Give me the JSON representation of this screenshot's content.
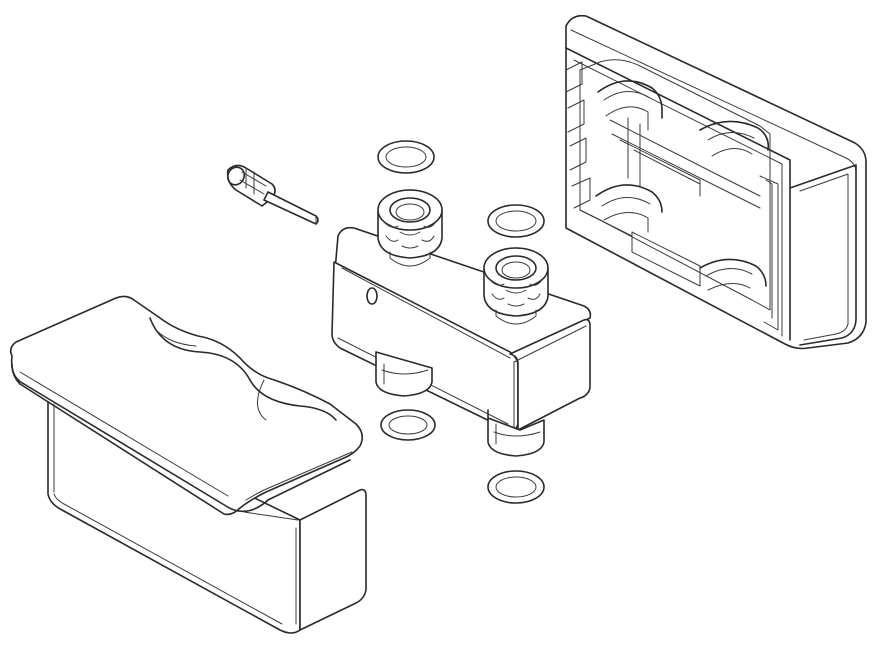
{
  "figure": {
    "parts": [
      {
        "id": "insulation-shell-rear",
        "icon": "insulation-shell-rear-icon"
      },
      {
        "id": "insulation-shell-front",
        "icon": "insulation-shell-front-icon"
      },
      {
        "id": "hydraulic-separator-body",
        "icon": "separator-body-icon"
      },
      {
        "id": "union-nut-upper-left",
        "icon": "union-nut-icon"
      },
      {
        "id": "union-nut-upper-right",
        "icon": "union-nut-icon"
      },
      {
        "id": "bottom-connector-left",
        "icon": "bottom-connector-icon"
      },
      {
        "id": "bottom-connector-right",
        "icon": "bottom-connector-icon"
      },
      {
        "id": "sensor-sleeve",
        "icon": "sensor-sleeve-icon"
      },
      {
        "id": "sealing-ring",
        "icon": "sealing-ring-icon",
        "count": 4
      }
    ],
    "colors": {
      "line": "#2a2a2a",
      "background": "#ffffff"
    }
  }
}
